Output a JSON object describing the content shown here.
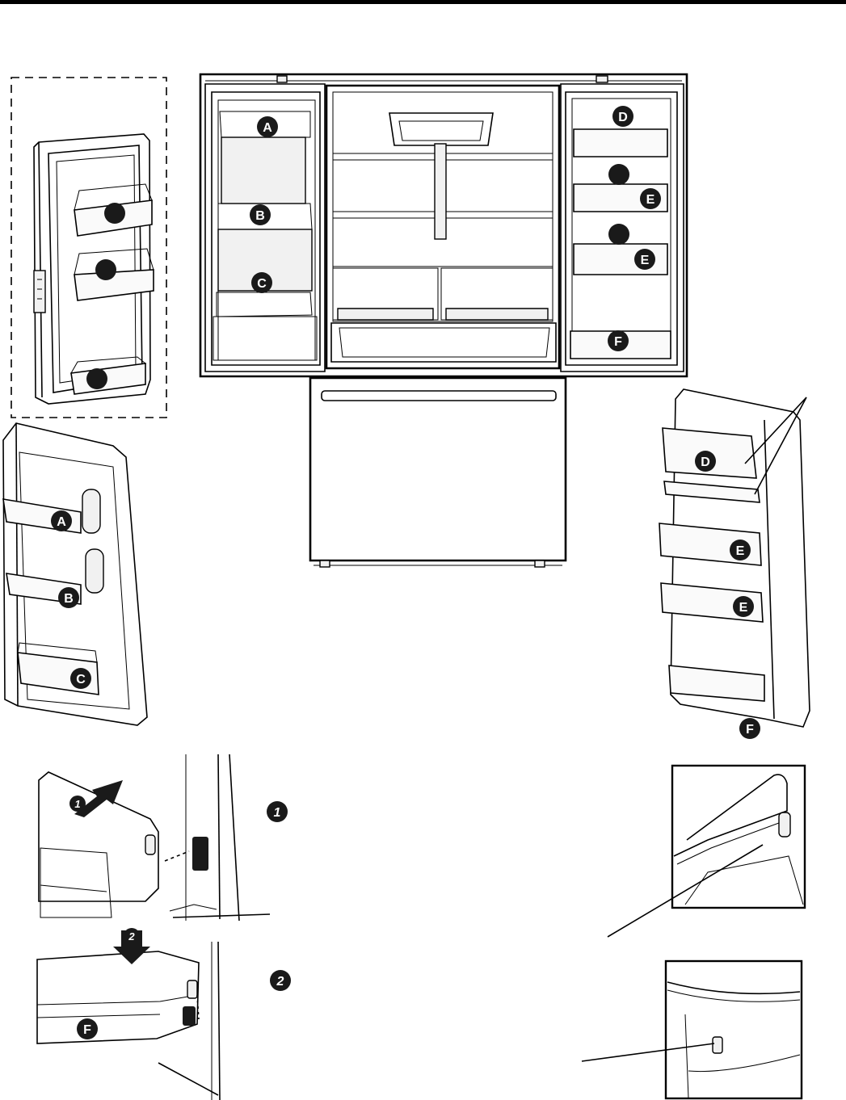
{
  "colors": {
    "ink": "#000000",
    "paper": "#ffffff",
    "badge_fill": "#1a1a1a",
    "badge_text": "#ffffff"
  },
  "badge_letters": {
    "A": "A",
    "B": "B",
    "C": "C",
    "D": "D",
    "E": "E",
    "F": "F"
  },
  "step_numbers": {
    "one": "1",
    "two": "2"
  }
}
